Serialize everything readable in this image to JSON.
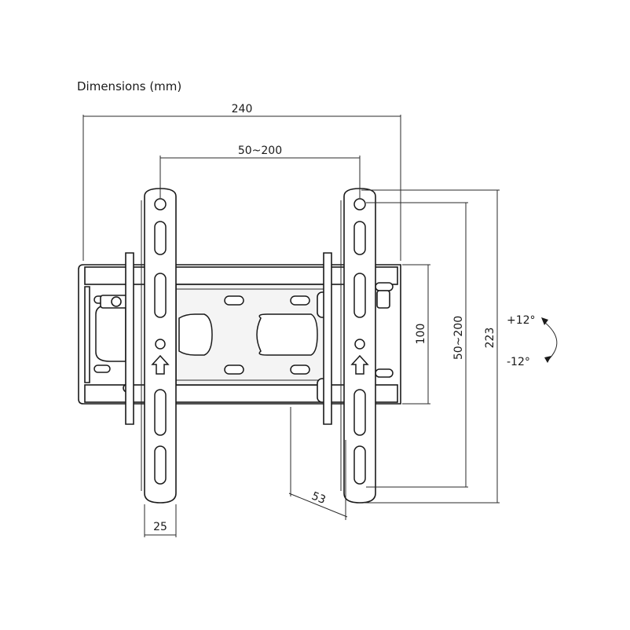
{
  "diagram": {
    "title": "Dimensions (mm)",
    "dimensions": {
      "overall_width": "240",
      "vesa_horizontal": "50~200",
      "plate_height": "100",
      "vesa_vertical": "50~200",
      "overall_height": "223",
      "arm_width": "25",
      "depth": "53"
    },
    "tilt": {
      "up": "+12°",
      "down": "-12°"
    }
  }
}
